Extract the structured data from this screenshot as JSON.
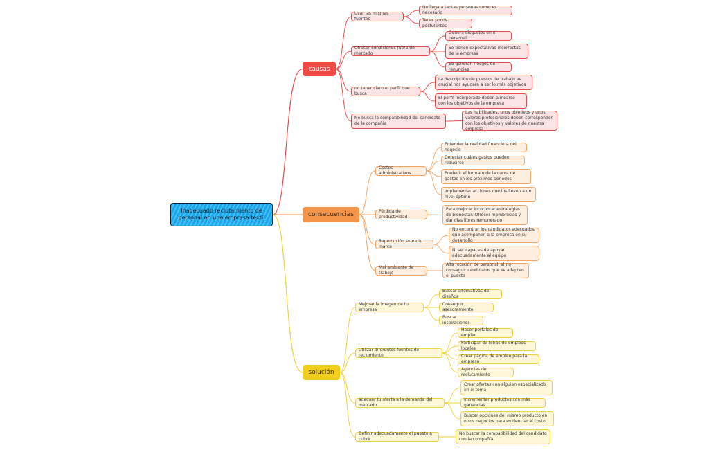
{
  "root": "Inadecuado reclutamiento de personal en una empresa textil",
  "branches": [
    {
      "label": "causas",
      "children": [
        {
          "label": "Usar las mismas fuentes",
          "children": [
            "No llega a tantas personas como es necesario",
            "Tener pocos postulantes"
          ]
        },
        {
          "label": "Ofrecer condiciones fuera del mercado",
          "children": [
            "Genera disgustos en el personal",
            "Se tienen expectativas incorrectas de la empresa",
            "Se generan riesgos de renuncias"
          ]
        },
        {
          "label": "no tener claro el perfil que busca",
          "children": [
            "La descripción de puestos de trabajo es crucial nos ayudará a ser lo más objetivos",
            "El perfil incorporado deben alinearse con los objetivos de la empresa"
          ]
        },
        {
          "label": "No busca la compatibilidad del candidato de la compañía",
          "children": [
            "Las habilidades, unos objetivos y unos valores profesionales deben  corresponder con los objetivos y valores de nuestra empresa"
          ]
        }
      ]
    },
    {
      "label": "consecuencias",
      "children": [
        {
          "label": "Costos administrativos",
          "children": [
            "Entender la realidad financiera del negocio",
            "Detectar cuáles gastos pueden reducirse",
            "Predecir el formato de la curva de gastos en los próximos periodos",
            "Implementar acciones que los lleven a un nivel óptimo"
          ]
        },
        {
          "label": "Pérdida de productividad",
          "children": [
            "Para mejorar incorporar estrategias de bienestar: Ofrecer membresías y dar días libres remunerado"
          ]
        },
        {
          "label": "Repercusión sobre tu marca",
          "children": [
            "No encontrar los candidatos adecuados que acompañen a la empresa en su desarrollo",
            "Ni ser capaces de apoyar adecuadamente al equipo"
          ]
        },
        {
          "label": "Mal ambiente de trabajo",
          "children": [
            "Alta rotación de personal, al no conseguir candidatos que se adapten el puesto"
          ]
        }
      ]
    },
    {
      "label": "solución",
      "children": [
        {
          "label": "Mejorar la imagen de tu empresa",
          "children": [
            "Buscar alternativas de diseños",
            "Conseguir asesoramiento",
            "Buscar inspiraciones"
          ]
        },
        {
          "label": "Utilizar diferentes fuentes de reclumiento",
          "children": [
            "Hacer portales de empleo",
            "Participar de ferias de empleos locales",
            "Crear página de empleo para la empresa",
            "Agencias de reclutamiento"
          ]
        },
        {
          "label": "adecuar tu oferta a la demanda del mercado",
          "children": [
            "Crear ofertas con alguien especializado en el tema",
            "Incrementar productos con más ganancias",
            "Buscar opciones del mismo producto en otros negocios para evidenciar el costo"
          ]
        },
        {
          "label": "Definir adecuadamente el puesto a cubrir",
          "children": [
            "No buscar la compatibilidad del candidato con la compañía."
          ]
        }
      ]
    }
  ]
}
